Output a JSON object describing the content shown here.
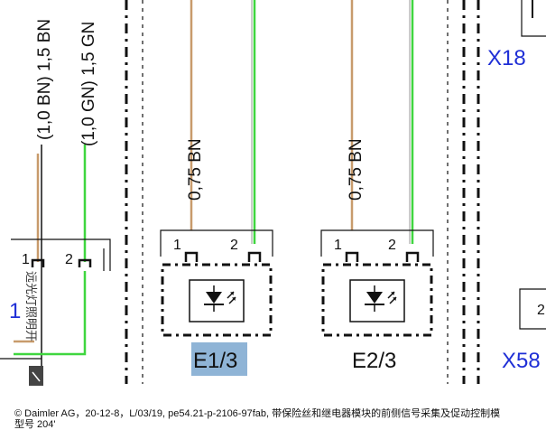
{
  "colors": {
    "brown_wire": "#c89b6c",
    "green_wire": "#3fd63f",
    "grey_wire": "#9a9a9a",
    "blue_label": "#1f2fd6",
    "highlight": "#8fb4d6",
    "dash": "#111111"
  },
  "wire_labels": {
    "left_brown": "(1,0 BN) 1,5 BN",
    "left_green": "(1,0 GN) 1,5 GN",
    "e1_brown": "0,75 BN",
    "e2_brown": "0,75 BN"
  },
  "pins": {
    "left_1": "1",
    "left_2": "2",
    "e1_1": "1",
    "e1_2": "2",
    "e2_1": "1",
    "e2_2": "2",
    "right_partial": "2"
  },
  "components": {
    "e1": "E1/3",
    "e2": "E2/3",
    "x18": "X18",
    "x58": "X58",
    "left_blue_number": "1",
    "left_vertical_text": "远光灯照明开"
  },
  "footer": {
    "line1": "© Daimler AG，20-12-8，L/03/19, pe54.21-p-2106-97fab, 带保险丝和继电器模块的前侧信号采集及促动控制模",
    "line2": "型号 204'"
  }
}
